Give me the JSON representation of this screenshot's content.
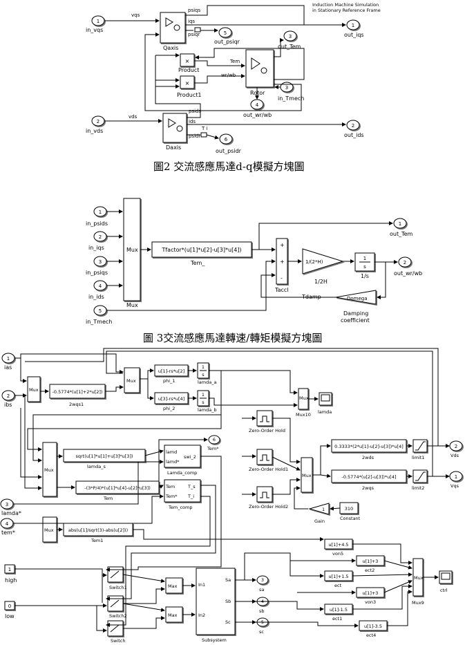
{
  "figure1": {
    "caption": "圖2 交流感應馬達d-q模擬方塊圖",
    "header_line1": "Induction Machine Simulation",
    "header_line2": "in Stationary Reference Frame",
    "ports": {
      "in_vqs_num": "1",
      "in_vqs": "in_vqs",
      "in_vds_num": "2",
      "in_vds": "in_vds",
      "out_iqs_num": "1",
      "out_iqs": "out_iqs",
      "out_ids_num": "2",
      "out_ids": "out_ids",
      "out_Tem_num": "3",
      "out_Tem": "out_Tem",
      "out_psiqr_num": "5",
      "out_psiqr": "out_psiqr",
      "out_psidr_num": "6",
      "out_psidr": "out_psidr",
      "out_wrwb_num": "4",
      "out_wrwb": "out_wr/wb",
      "in_Tmech_num": "3",
      "in_Tmech": "in_Tmech"
    },
    "signals": {
      "vqs": "vqs",
      "vds": "vds",
      "psiqs": "psiqs",
      "iqs": "iqs",
      "psiqr": "psiqr",
      "psids": "psids",
      "ids": "ids",
      "psidr": "psidr",
      "tem": "Tem",
      "wrwb": "wr/wb",
      "ti": "T i"
    },
    "blocks": {
      "qaxis": "Qaxis",
      "daxis": "Daxis",
      "product": "Product",
      "product1": "Product1",
      "rotor": "Rotor",
      "mult": "×"
    }
  },
  "figure2": {
    "caption": "圖 3交流感應馬達轉速/轉矩模擬方塊圖",
    "inputs": [
      {
        "num": "1",
        "label": "in_psids"
      },
      {
        "num": "2",
        "label": "in_iqs"
      },
      {
        "num": "3",
        "label": "in_psiqs"
      },
      {
        "num": "4",
        "label": "in_ids"
      },
      {
        "num": "5",
        "label": "in_Tmech"
      }
    ],
    "mux": "Mux",
    "fcn_text": "Tfactor*(u[1]*u[2]-u[3]*u[4])",
    "fcn_label": "Tem_",
    "sum_label": "Taccl",
    "sum_signs": [
      "+",
      "+",
      "-"
    ],
    "gain_text": "1/(2*H)",
    "gain_label": "1/2H",
    "int_num": "1",
    "int_den": "s",
    "int_label": "1/s",
    "tdamp": "Tdamp",
    "damp_text": "Domega",
    "damp_label1": "Damping",
    "damp_label2": "coefficient",
    "out1_num": "1",
    "out1": "out_Tem",
    "out2_num": "2",
    "out2": "out_wr/wb"
  },
  "figure3": {
    "inputs": {
      "ias_num": "1",
      "ias": "ias",
      "ibs_num": "2",
      "ibs": "ibs",
      "lamda_num": "3",
      "lamda": "lamda*",
      "tem_num": "4",
      "tem": "tem*",
      "high_val": "1",
      "high": "high",
      "low_val": "0",
      "low": "low"
    },
    "mux": "Mux",
    "f_2wqs1": "-0.5774*(u[1]+2*u[2])",
    "f_2wqs1_label": "2wqs1",
    "f_phi1": "u[1]-rs*u[2]",
    "f_phi1_label": "phi_1",
    "f_phi2": "u[3]-rs*u[4]",
    "f_phi2_label": "phi_2",
    "int_num": "1",
    "int_den": "s",
    "lamda_a": "lamda_a",
    "lamda_b": "lamda_b",
    "mux10": "Mux10",
    "scope_lamda": "lamda",
    "f_lamda_s": "sqrt(u[1]*u[1]+u[3]*u[3])",
    "f_lamda_s_label": "lamda_s",
    "f_tem": "-(3*P/4)*(u[1]*u[4]-u[2]*u[3])",
    "f_tem_label": "Tem",
    "f_tem1": "abs(u[1]/sqrt(3)-abs(u[2]))",
    "f_tem1_label": "Tem1",
    "lc_in1": "lamd",
    "lc_in2": "lamd*",
    "lc_out": "swi_2",
    "lc_label": "Lamda_comp",
    "tc_in1": "Tem",
    "tc_in2": "Tem*",
    "tc_out1": "T_s",
    "tc_out2": "T_i",
    "tc_label": "Tem_comp",
    "port6_num": "6",
    "port6": "Tem*",
    "zoh": "Zero-Order Hold",
    "zoh1": "Zero-Order Hold1",
    "zoh2": "Zero-Order Hold2",
    "f_2wds": "0.3333*(2*u[1]-u[2]-u[3])*u[4]",
    "f_2wds_label": "2wds",
    "f_2wqs": "-0.5774*(u[2]-u[3])*u[4]",
    "f_2wqs_label": "2wqs",
    "limit1": "limit1",
    "limit2": "limit2",
    "out_vds_num": "2",
    "out_vds": "Vds",
    "out_vqs_num": "1",
    "out_vqs": "Vqs",
    "gain": "1",
    "gain_label": "Gain",
    "const": "310",
    "const_label": "Constant",
    "max": "Max",
    "sub_in1": "In1",
    "sub_in2": "In2",
    "sub_sa": "Sa",
    "sub_sb": "Sb",
    "sub_sc": "Sc",
    "sub_label": "Subsystem",
    "sa_num": "3",
    "sa": "sa",
    "sb_num": "4",
    "sb": "sb",
    "sc_num": "5",
    "sc": "sc",
    "switch1": "Switch1",
    "switch2": "Switch2",
    "switch": "Switch",
    "f_von5": "u[1]+4.5",
    "von5": "von5",
    "f_ect2": "u[1]+3",
    "ect2": "ect2",
    "f_ect": "u[1]+1.5",
    "ect": "ect",
    "f_von3": "u[1]+3",
    "von3": "von3",
    "f_ect1": "u[1]-1.5",
    "ect1": "ect1",
    "f_ect4": "u[1]-3.5",
    "ect4": "ect4",
    "mux9": "Mux9",
    "scope_ctrl": "ctrl"
  }
}
